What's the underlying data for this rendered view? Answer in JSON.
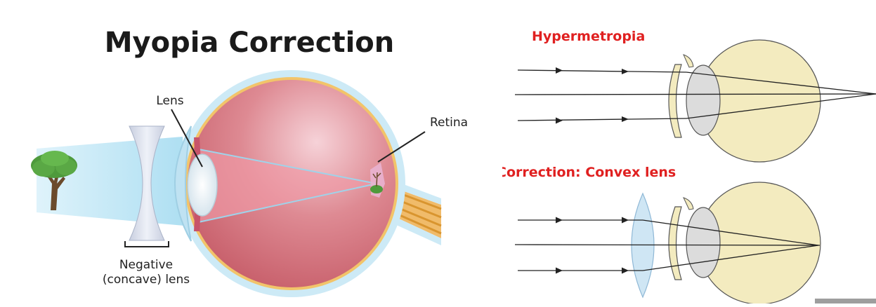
{
  "myopia": {
    "title": "Myopia Correction",
    "labels": {
      "lens": "Lens",
      "retina": "Retina",
      "negative_line1": "Negative",
      "negative_line2": "(concave) lens"
    }
  },
  "hypermetropia": {
    "title": "Hypermetropia",
    "correction_title": "Correction: Convex lens"
  },
  "colors": {
    "title_black": "#1a1a1a",
    "heading_red": "#e02020",
    "sclera_blue": "#cdeaf6",
    "eyeball_pink": "#d8707a",
    "eye_cream": "#f3ebbf",
    "lens_grey": "#dcdcdc",
    "convex_lens_blue": "#cfe6f4"
  },
  "icons": [
    "tree-icon",
    "ray-arrow-icon"
  ]
}
